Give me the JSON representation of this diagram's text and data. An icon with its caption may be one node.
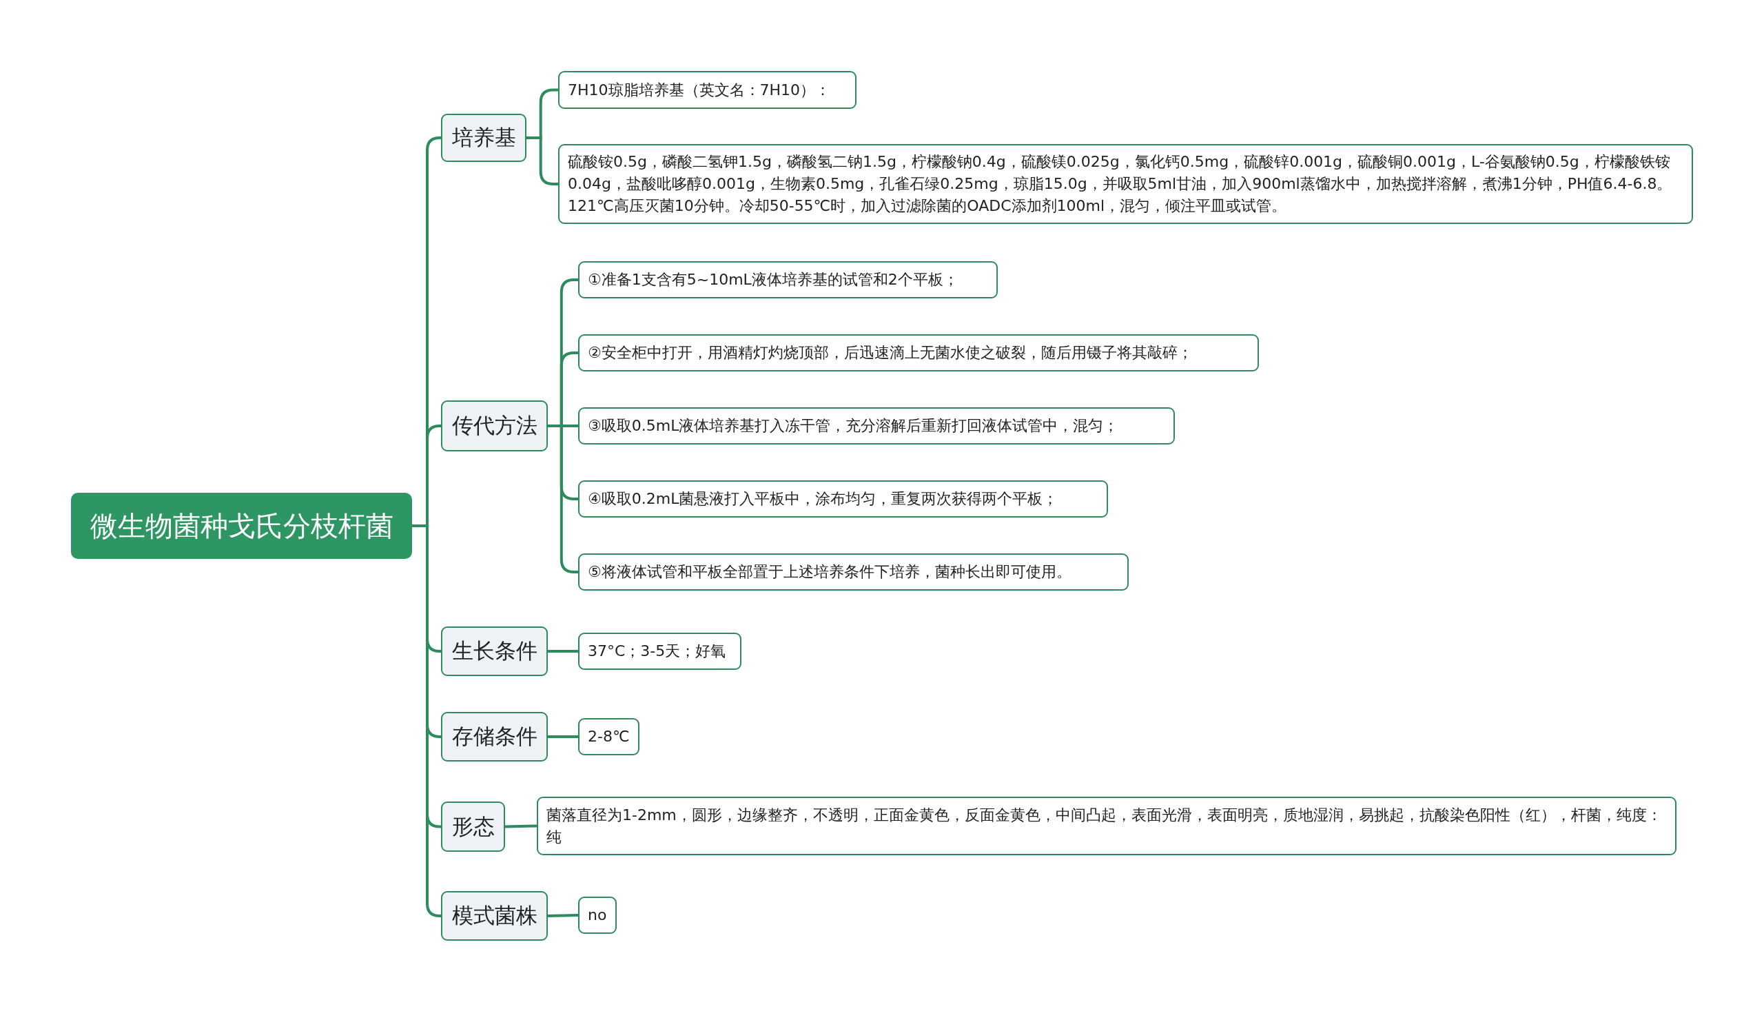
{
  "diagram": {
    "nodes": [
      {
        "text": [
          "微生物菌种戈氏分枝杆菌"
        ]
      },
      {
        "text": [
          "培养基"
        ]
      },
      {
        "text": [
          "7H10琼脂培养基（英文名：7H10）："
        ]
      },
      {
        "text": [
          "硫酸铵0.5g，磷酸二氢钾1.5g，磷酸氢二钠1.5g，柠檬酸钠0.4g，硫酸镁0.025g，氯化钙0.5mg，硫酸锌0.001g，硫酸铜0.001g，L-谷氨酸钠0.5g，柠檬酸铁铵0.04g，盐酸吡哆醇0.001g，生物素0.5mg，孔雀石绿0.25mg，琼脂15.0g，并吸取5ml甘油，加入900ml蒸馏水中，加热搅拌溶解，煮沸1分钟，PH值6.4-6.8。121℃高压灭菌10分钟。冷却50-55℃时，加入过滤除菌的OADC添加剂100ml，混匀，倾注平皿或试管。"
        ]
      },
      {
        "text": [
          "传代方法"
        ]
      },
      {
        "text": [
          "①准备1支含有5~10mL液体培养基的试管和2个平板；"
        ]
      },
      {
        "text": [
          "②安全柜中打开，用酒精灯灼烧顶部，后迅速滴上无菌水使之破裂，随后用镊子将其敲碎；"
        ]
      },
      {
        "text": [
          "③吸取0.5mL液体培养基打入冻干管，充分溶解后重新打回液体试管中，混匀；"
        ]
      },
      {
        "text": [
          "④吸取0.2mL菌悬液打入平板中，涂布均匀，重复两次获得两个平板；"
        ]
      },
      {
        "text": [
          "⑤将液体试管和平板全部置于上述培养条件下培养，菌种长出即可使用。"
        ]
      },
      {
        "text": [
          "生长条件"
        ]
      },
      {
        "text": [
          "37°C；3-5天；好氧"
        ]
      },
      {
        "text": [
          "存储条件"
        ]
      },
      {
        "text": [
          "2-8℃"
        ]
      },
      {
        "text": [
          "形态"
        ]
      },
      {
        "text": [
          "菌落直径为1-2mm，圆形，边缘整齐，不透明，正面金黄色，反面金黄色，中间凸起，表面光滑，表面明亮，质地湿润，易挑起，抗酸染色阳性（红），杆菌，纯度：纯"
        ]
      },
      {
        "text": [
          "模式菌株"
        ]
      },
      {
        "text": [
          "no"
        ]
      }
    ],
    "edges": [
      {
        "from": 0,
        "to": 1,
        "arrow": "none"
      },
      {
        "from": 0,
        "to": 4,
        "arrow": "none"
      },
      {
        "from": 0,
        "to": 10,
        "arrow": "none"
      },
      {
        "from": 0,
        "to": 12,
        "arrow": "none"
      },
      {
        "from": 0,
        "to": 14,
        "arrow": "none"
      },
      {
        "from": 0,
        "to": 16,
        "arrow": "none"
      },
      {
        "from": 1,
        "to": 2,
        "arrow": "none"
      },
      {
        "from": 1,
        "to": 3,
        "arrow": "none"
      },
      {
        "from": 4,
        "to": 5,
        "arrow": "none"
      },
      {
        "from": 4,
        "to": 6,
        "arrow": "none"
      },
      {
        "from": 4,
        "to": 7,
        "arrow": "none"
      },
      {
        "from": 4,
        "to": 8,
        "arrow": "none"
      },
      {
        "from": 4,
        "to": 9,
        "arrow": "none"
      },
      {
        "from": 10,
        "to": 11,
        "arrow": "none"
      },
      {
        "from": 12,
        "to": 13,
        "arrow": "none"
      },
      {
        "from": 14,
        "to": 15,
        "arrow": "none"
      },
      {
        "from": 16,
        "to": 17,
        "arrow": "none"
      }
    ]
  }
}
